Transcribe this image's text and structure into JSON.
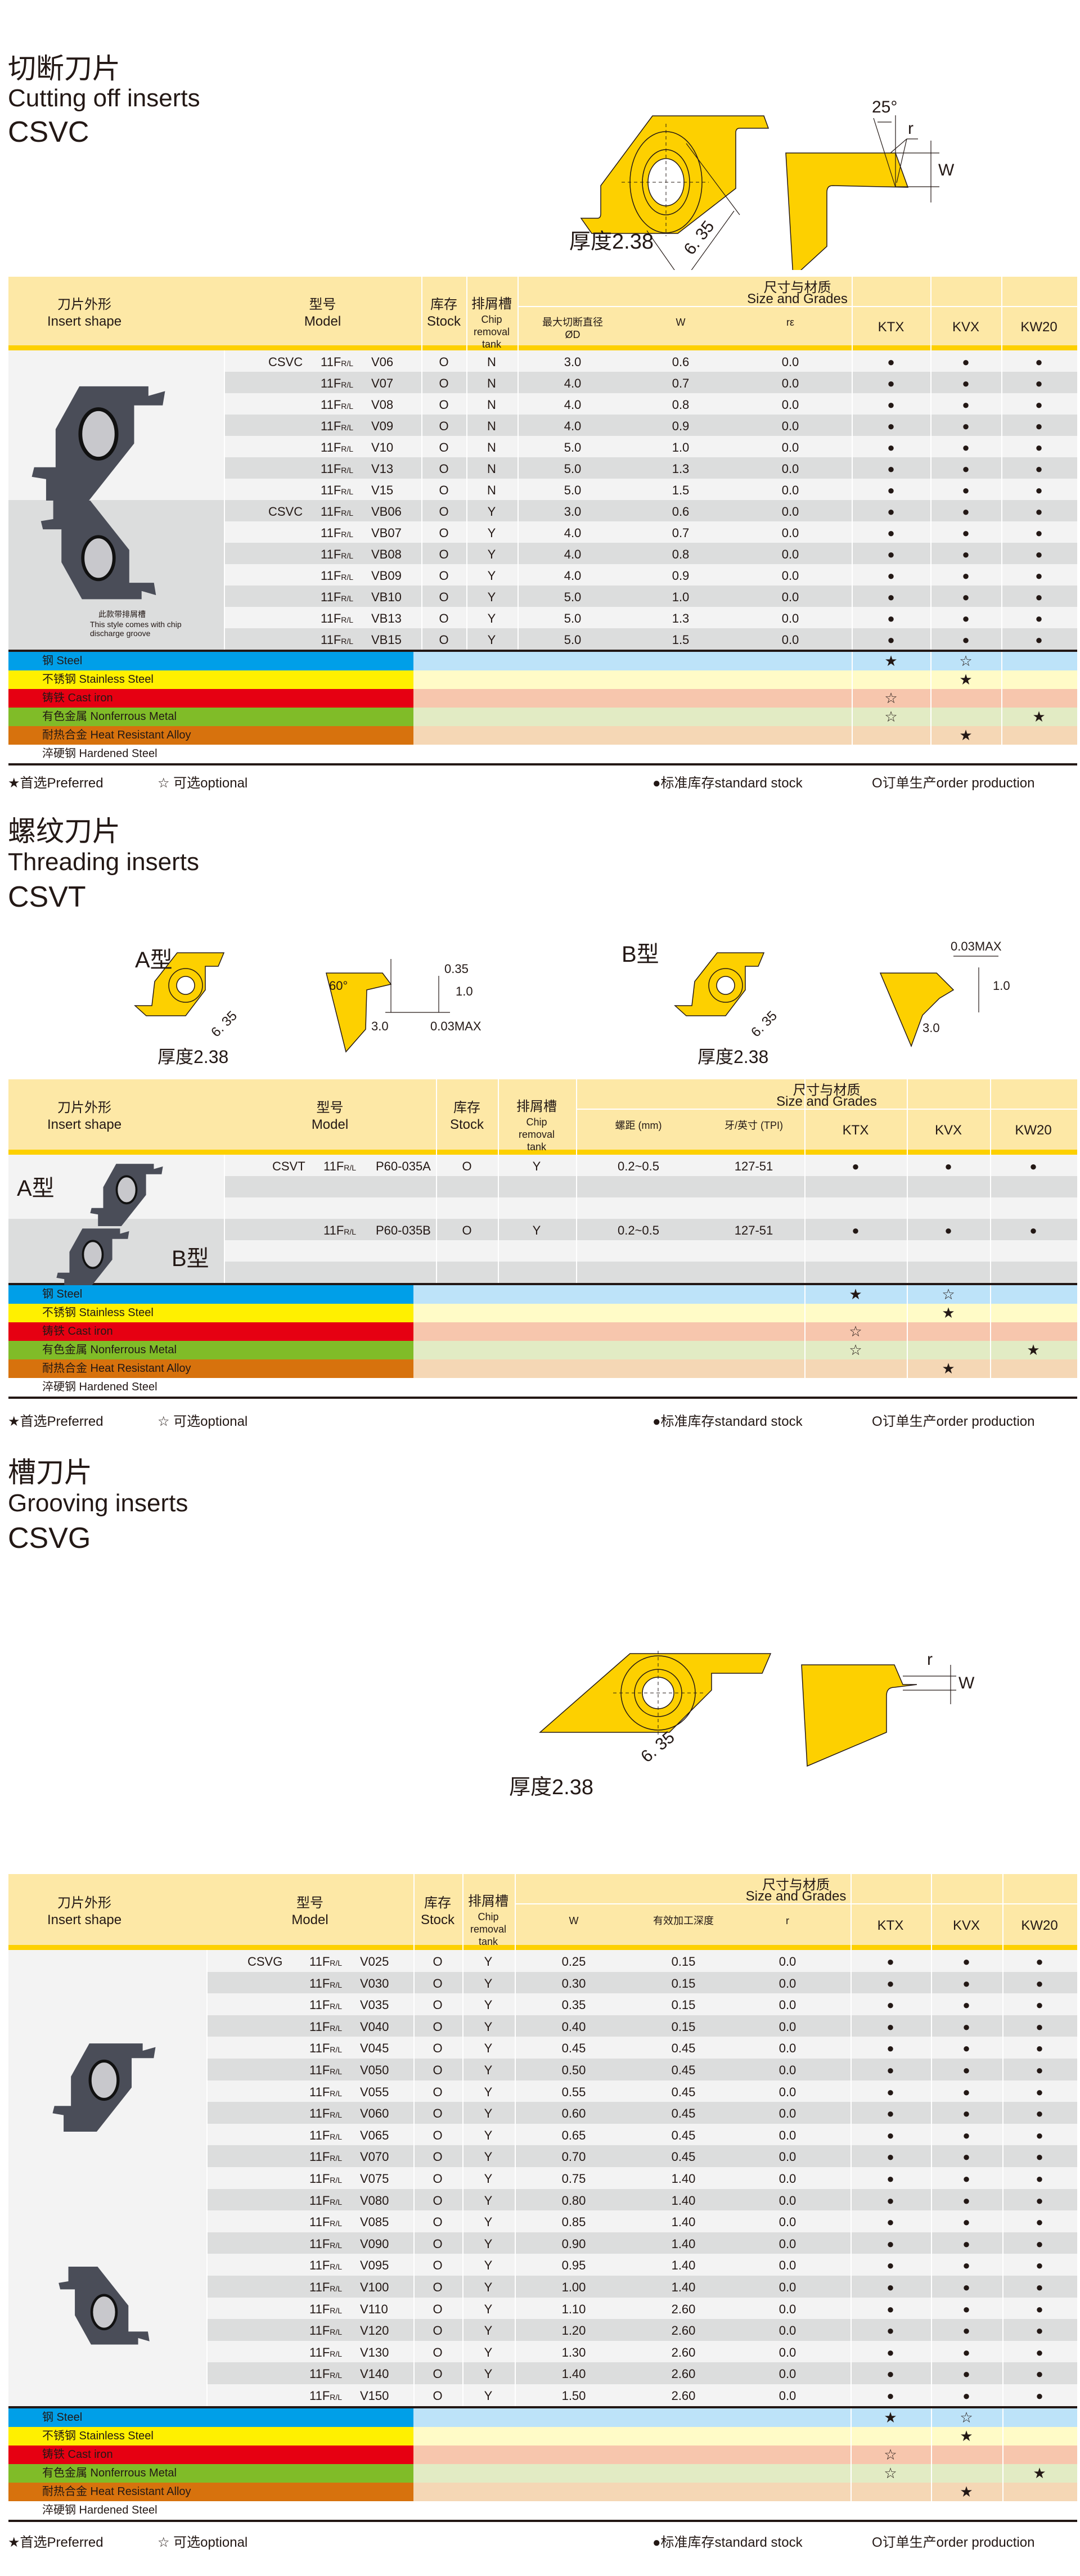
{
  "colors": {
    "header_bg": "#fde8a6",
    "header_line": "#fdd000",
    "insert_yellow": "#fdd000",
    "insert_gray": "#4a4d58",
    "row_light": "#f3f3f3",
    "row_dark": "#dcdddd"
  },
  "materials": [
    {
      "label": "钢 Steel",
      "color": "#009fe8",
      "pale": "#bde3f9",
      "text": "#231815",
      "ktx": "★",
      "kvx": "☆",
      "kw20": ""
    },
    {
      "label": "不锈钢 Stainless Steel",
      "color": "#fff000",
      "pale": "#fffbc7",
      "text": "#231815",
      "ktx": "",
      "kvx": "★",
      "kw20": ""
    },
    {
      "label": "铸铁 Cast iron",
      "color": "#e60012",
      "pale": "#f7c6ad",
      "text": "#231815",
      "ktx": "☆",
      "kvx": "",
      "kw20": ""
    },
    {
      "label": "有色金属 Nonferrous Metal",
      "color": "#80bc28",
      "pale": "#e2ebc4",
      "text": "#231815",
      "ktx": "☆",
      "kvx": "",
      "kw20": "★"
    },
    {
      "label": "耐热合金 Heat Resistant Alloy",
      "color": "#d7720d",
      "pale": "#f5d7b5",
      "text": "#231815",
      "ktx": "",
      "kvx": "★",
      "kw20": ""
    },
    {
      "label": "淬硬钢 Hardened Steel",
      "color": "#ffffff",
      "pale": "#ffffff",
      "text": "#231815",
      "ktx": "",
      "kvx": "",
      "kw20": ""
    }
  ],
  "legend": {
    "preferred": "★首选Preferred",
    "optional": "☆ 可选optional",
    "standard": "●标准库存standard stock",
    "order": "O订单生产order production"
  },
  "sections": [
    {
      "title_cn": "切断刀片",
      "title_en": "Cutting off inserts",
      "code": "CSVC",
      "diagram": {
        "thickness": "厚度2.38",
        "dim": "6. 35",
        "angle": "25°",
        "r": "r",
        "w": "W"
      },
      "table": {
        "h_shape_cn": "刀片外形",
        "h_shape_en": "Insert shape",
        "h_model_cn": "型号",
        "h_model_en": "Model",
        "h_stock_cn": "库存",
        "h_stock_en": "Stock",
        "h_chip_cn": "排屑槽",
        "h_chip_en": "Chip removal tank",
        "h_size_cn": "尺寸与材质",
        "h_size_en": "Size and Grades",
        "sub": [
          "最大切断直径 ØD",
          "W",
          "rε"
        ],
        "grades": [
          "KTX",
          "KVX",
          "KW20"
        ],
        "prefix": "11F",
        "prefix_sub": "R/L",
        "note_cn": "此款带排屑槽",
        "note_en": "This style comes with chip discharge groove",
        "rows": [
          [
            "CSVC",
            "V06",
            "O",
            "N",
            "3.0",
            "0.6",
            "0.0",
            "●",
            "●",
            "●"
          ],
          [
            "",
            "V07",
            "O",
            "N",
            "4.0",
            "0.7",
            "0.0",
            "●",
            "●",
            "●"
          ],
          [
            "",
            "V08",
            "O",
            "N",
            "4.0",
            "0.8",
            "0.0",
            "●",
            "●",
            "●"
          ],
          [
            "",
            "V09",
            "O",
            "N",
            "4.0",
            "0.9",
            "0.0",
            "●",
            "●",
            "●"
          ],
          [
            "",
            "V10",
            "O",
            "N",
            "5.0",
            "1.0",
            "0.0",
            "●",
            "●",
            "●"
          ],
          [
            "",
            "V13",
            "O",
            "N",
            "5.0",
            "1.3",
            "0.0",
            "●",
            "●",
            "●"
          ],
          [
            "",
            "V15",
            "O",
            "N",
            "5.0",
            "1.5",
            "0.0",
            "●",
            "●",
            "●"
          ],
          [
            "CSVC",
            "VB06",
            "O",
            "Y",
            "3.0",
            "0.6",
            "0.0",
            "●",
            "●",
            "●"
          ],
          [
            "",
            "VB07",
            "O",
            "Y",
            "4.0",
            "0.7",
            "0.0",
            "●",
            "●",
            "●"
          ],
          [
            "",
            "VB08",
            "O",
            "Y",
            "4.0",
            "0.8",
            "0.0",
            "●",
            "●",
            "●"
          ],
          [
            "",
            "VB09",
            "O",
            "Y",
            "4.0",
            "0.9",
            "0.0",
            "●",
            "●",
            "●"
          ],
          [
            "",
            "VB10",
            "O",
            "Y",
            "5.0",
            "1.0",
            "0.0",
            "●",
            "●",
            "●"
          ],
          [
            "",
            "VB13",
            "O",
            "Y",
            "5.0",
            "1.3",
            "0.0",
            "●",
            "●",
            "●"
          ],
          [
            "",
            "VB15",
            "O",
            "Y",
            "5.0",
            "1.5",
            "0.0",
            "●",
            "●",
            "●"
          ]
        ]
      }
    },
    {
      "title_cn": "螺纹刀片",
      "title_en": "Threading inserts",
      "code": "CSVT",
      "diagram": {
        "type_a": "A型",
        "type_b": "B型",
        "thickness_a": "厚度2.38",
        "thickness_b": "厚度2.38",
        "dim": "6. 35",
        "angle": "60°",
        "d035": "0.35",
        "d10": "1.0",
        "d30": "3.0",
        "max": "0.03MAX"
      },
      "table": {
        "h_shape_cn": "刀片外形",
        "h_shape_en": "Insert shape",
        "h_model_cn": "型号",
        "h_model_en": "Model",
        "h_stock_cn": "库存",
        "h_stock_en": "Stock",
        "h_chip_cn": "排屑槽",
        "h_chip_en": "Chip removal tank",
        "h_size_cn": "尺寸与材质",
        "h_size_en": "Size and Grades",
        "sub": [
          "螺距 (mm)",
          "牙/英寸 (TPI)"
        ],
        "grades": [
          "KTX",
          "KVX",
          "KW20"
        ],
        "prefix": "11F",
        "prefix_sub": "R/L",
        "label_a": "A型",
        "label_b": "B型",
        "rows": [
          [
            "CSVT",
            "P60-035A",
            "O",
            "Y",
            "0.2~0.5",
            "127-51",
            "●",
            "●",
            "●"
          ],
          null,
          null,
          [
            "",
            "P60-035B",
            "O",
            "Y",
            "0.2~0.5",
            "127-51",
            "●",
            "●",
            "●"
          ],
          null,
          null
        ]
      }
    },
    {
      "title_cn": "槽刀片",
      "title_en": "Grooving  inserts",
      "code": "CSVG",
      "diagram": {
        "thickness": "厚度2.38",
        "dim": "6. 35",
        "r": "r",
        "w": "W"
      },
      "table": {
        "h_shape_cn": "刀片外形",
        "h_shape_en": "Insert shape",
        "h_model_cn": "型号",
        "h_model_en": "Model",
        "h_stock_cn": "库存",
        "h_stock_en": "Stock",
        "h_chip_cn": "排屑槽",
        "h_chip_en": "Chip removal tank",
        "h_size_cn": "尺寸与材质",
        "h_size_en": "Size and Grades",
        "sub": [
          "W",
          "有效加工深度",
          "r"
        ],
        "grades": [
          "KTX",
          "KVX",
          "KW20"
        ],
        "prefix": "11F",
        "prefix_sub": "R/L",
        "rows": [
          [
            "CSVG",
            "V025",
            "O",
            "Y",
            "0.25",
            "0.15",
            "0.0",
            "●",
            "●",
            "●"
          ],
          [
            "",
            "V030",
            "O",
            "Y",
            "0.30",
            "0.15",
            "0.0",
            "●",
            "●",
            "●"
          ],
          [
            "",
            "V035",
            "O",
            "Y",
            "0.35",
            "0.15",
            "0.0",
            "●",
            "●",
            "●"
          ],
          [
            "",
            "V040",
            "O",
            "Y",
            "0.40",
            "0.15",
            "0.0",
            "●",
            "●",
            "●"
          ],
          [
            "",
            "V045",
            "O",
            "Y",
            "0.45",
            "0.45",
            "0.0",
            "●",
            "●",
            "●"
          ],
          [
            "",
            "V050",
            "O",
            "Y",
            "0.50",
            "0.45",
            "0.0",
            "●",
            "●",
            "●"
          ],
          [
            "",
            "V055",
            "O",
            "Y",
            "0.55",
            "0.45",
            "0.0",
            "●",
            "●",
            "●"
          ],
          [
            "",
            "V060",
            "O",
            "Y",
            "0.60",
            "0.45",
            "0.0",
            "●",
            "●",
            "●"
          ],
          [
            "",
            "V065",
            "O",
            "Y",
            "0.65",
            "0.45",
            "0.0",
            "●",
            "●",
            "●"
          ],
          [
            "",
            "V070",
            "O",
            "Y",
            "0.70",
            "0.45",
            "0.0",
            "●",
            "●",
            "●"
          ],
          [
            "",
            "V075",
            "O",
            "Y",
            "0.75",
            "1.40",
            "0.0",
            "●",
            "●",
            "●"
          ],
          [
            "",
            "V080",
            "O",
            "Y",
            "0.80",
            "1.40",
            "0.0",
            "●",
            "●",
            "●"
          ],
          [
            "",
            "V085",
            "O",
            "Y",
            "0.85",
            "1.40",
            "0.0",
            "●",
            "●",
            "●"
          ],
          [
            "",
            "V090",
            "O",
            "Y",
            "0.90",
            "1.40",
            "0.0",
            "●",
            "●",
            "●"
          ],
          [
            "",
            "V095",
            "O",
            "Y",
            "0.95",
            "1.40",
            "0.0",
            "●",
            "●",
            "●"
          ],
          [
            "",
            "V100",
            "O",
            "Y",
            "1.00",
            "1.40",
            "0.0",
            "●",
            "●",
            "●"
          ],
          [
            "",
            "V110",
            "O",
            "Y",
            "1.10",
            "2.60",
            "0.0",
            "●",
            "●",
            "●"
          ],
          [
            "",
            "V120",
            "O",
            "Y",
            "1.20",
            "2.60",
            "0.0",
            "●",
            "●",
            "●"
          ],
          [
            "",
            "V130",
            "O",
            "Y",
            "1.30",
            "2.60",
            "0.0",
            "●",
            "●",
            "●"
          ],
          [
            "",
            "V140",
            "O",
            "Y",
            "1.40",
            "2.60",
            "0.0",
            "●",
            "●",
            "●"
          ],
          [
            "",
            "V150",
            "O",
            "Y",
            "1.50",
            "2.60",
            "0.0",
            "●",
            "●",
            "●"
          ]
        ]
      }
    }
  ]
}
